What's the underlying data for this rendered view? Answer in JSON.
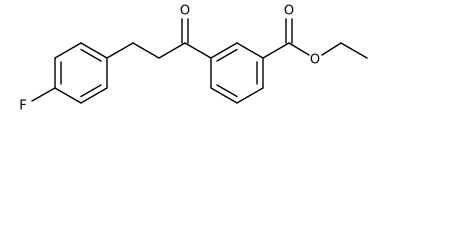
{
  "structure": {
    "atoms": [
      {
        "id": "F",
        "label": "F"
      },
      {
        "id": "O_ketone",
        "label": "O"
      },
      {
        "id": "O_carbonyl",
        "label": "O"
      },
      {
        "id": "O_ester",
        "label": "O"
      }
    ],
    "colors": {
      "bond": "#000000",
      "label": "#000000",
      "background": "#ffffff"
    }
  }
}
